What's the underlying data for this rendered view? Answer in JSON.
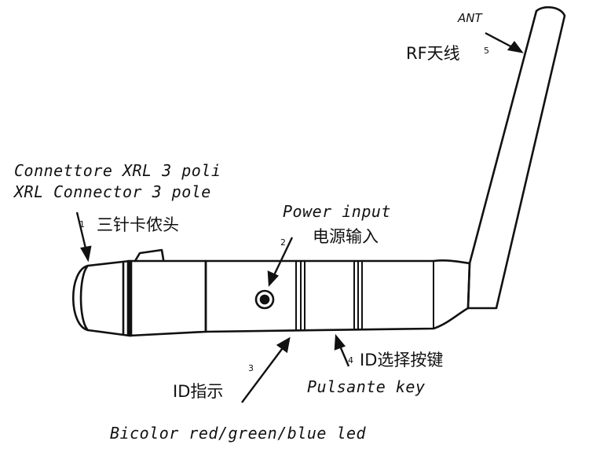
{
  "callouts": {
    "antenna": {
      "en": "ANT",
      "cn": "RF天线",
      "num": "5"
    },
    "connector": {
      "it": "Connettore XRL 3 poli",
      "en": "XRL Connector 3 pole",
      "num": "1",
      "cn": "三针卡侬头"
    },
    "power": {
      "en": "Power input",
      "num": "2",
      "cn": "电源输入"
    },
    "led": {
      "cn": "ID指示",
      "num": "3",
      "en": "Bicolor red/green/blue led"
    },
    "key": {
      "num": "4",
      "cn": "ID选择按键",
      "en": "Pulsante key"
    }
  },
  "colors": {
    "ink": "#111111",
    "background": "#ffffff"
  }
}
